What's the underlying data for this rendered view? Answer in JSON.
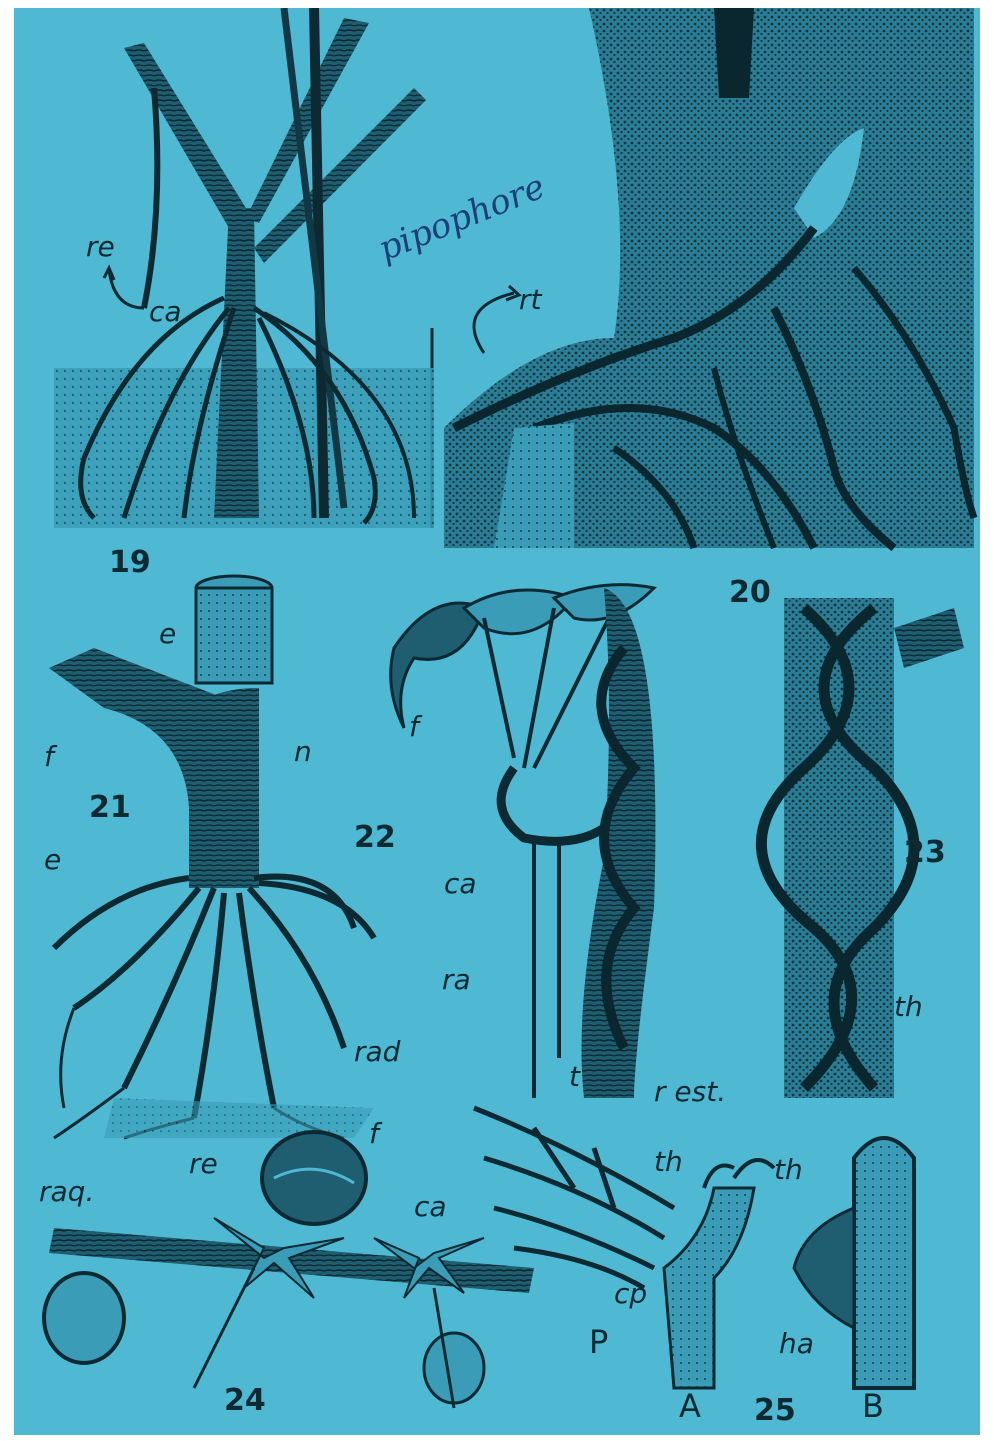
{
  "plate": {
    "background_color": "#4fb9d3",
    "ink_color": "#0d2a33",
    "handwritten_note": "pipophore",
    "figures": [
      {
        "number": "19",
        "labels": [
          "re",
          "ca"
        ]
      },
      {
        "number": "20",
        "labels": [
          "rt"
        ]
      },
      {
        "number": "21",
        "labels": [
          "e",
          "f",
          "n",
          "e",
          "rad"
        ]
      },
      {
        "number": "22",
        "labels": [
          "f",
          "ca",
          "ra",
          "t"
        ]
      },
      {
        "number": "23",
        "labels": [
          "th",
          "r est."
        ]
      },
      {
        "number": "24",
        "labels": [
          "raq.",
          "re",
          "f",
          "ca"
        ]
      },
      {
        "number": "25",
        "labels": [
          "th",
          "th",
          "cp",
          "P",
          "A",
          "ha",
          "B"
        ]
      }
    ]
  }
}
